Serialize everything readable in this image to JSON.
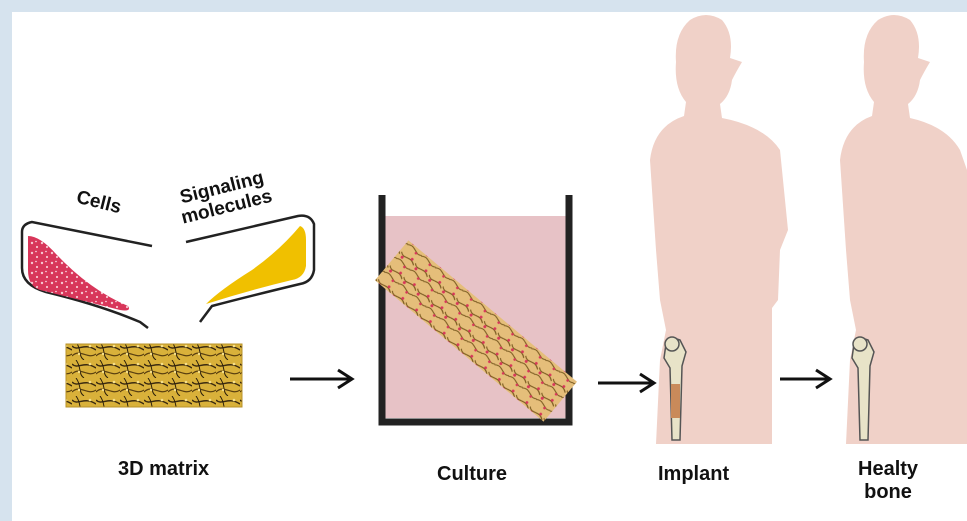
{
  "labels": {
    "cells": "Cells",
    "signaling_line1": "Signaling",
    "signaling_line2": "molecules",
    "matrix": "3D matrix",
    "culture": "Culture",
    "implant": "Implant",
    "healthy_line1": "Healty",
    "healthy_line2": "bone"
  },
  "colors": {
    "background": "#d6e3ee",
    "panel": "#ffffff",
    "cells": "#d8365a",
    "signaling": "#f0c000",
    "matrix": "#c9a02b",
    "culture_medium": "#e7c2c6",
    "body": "#f0d1c8",
    "bone": "#e8e3c8",
    "outline": "#222222"
  }
}
